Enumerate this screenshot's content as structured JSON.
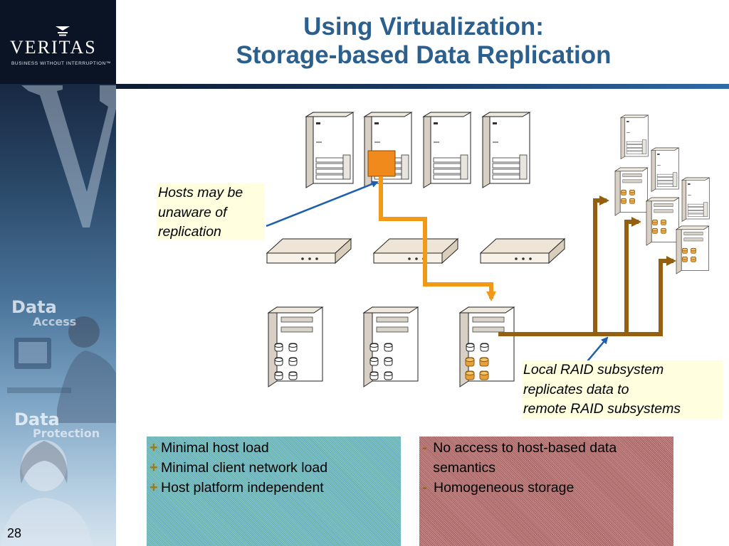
{
  "sidebar": {
    "logo_text": "VERITAS",
    "logo_tagline": "BUSINESS WITHOUT INTERRUPTION™",
    "section1_title": "Data",
    "section1_sub": "Access",
    "section2_title": "Data",
    "section2_sub": "Protection",
    "page_number": "28"
  },
  "title": {
    "line1": "Using Virtualization:",
    "line2": "Storage-based Data Replication"
  },
  "callouts": {
    "hosts": [
      "Hosts may be",
      "unaware of",
      "replication"
    ],
    "raid": [
      "Local RAID subsystem",
      "replicates data to",
      "remote RAID subsystems"
    ]
  },
  "pros": {
    "mark": "+",
    "items": [
      "Minimal host load",
      "Minimal client network load",
      "Host platform independent"
    ]
  },
  "cons": {
    "mark": "-",
    "items": [
      "No access to host-based data semantics",
      "Homogeneous storage"
    ]
  },
  "colors": {
    "title": "#2b5f8e",
    "local_path": "#f29a17",
    "replication_path": "#94600f",
    "callout_bg": "#ffffe0",
    "arrow": "#1d5fae"
  }
}
